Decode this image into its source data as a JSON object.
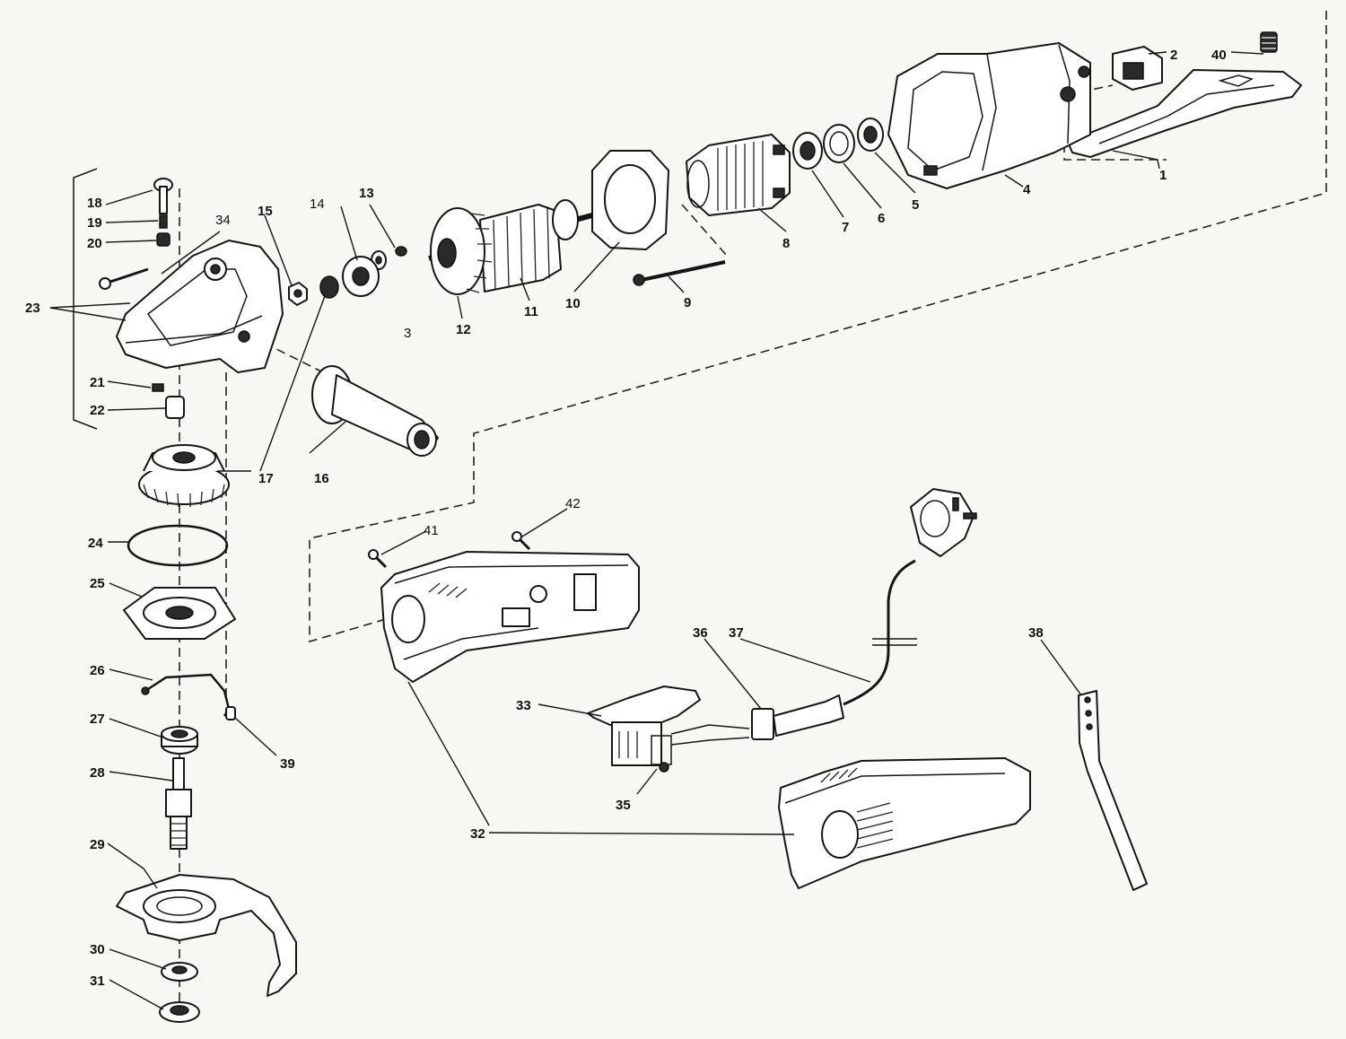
{
  "callouts": {
    "c1": "1",
    "c2": "2",
    "c3": "3",
    "c4": "4",
    "c5": "5",
    "c6": "6",
    "c7": "7",
    "c8": "8",
    "c9": "9",
    "c10": "10",
    "c11": "11",
    "c12": "12",
    "c13": "13",
    "c14": "14",
    "c15": "15",
    "c16": "16",
    "c17": "17",
    "c18": "18",
    "c19": "19",
    "c20": "20",
    "c21": "21",
    "c22": "22",
    "c23": "23",
    "c24": "24",
    "c25": "25",
    "c26": "26",
    "c27": "27",
    "c28": "28",
    "c29": "29",
    "c30": "30",
    "c31": "31",
    "c32": "32",
    "c33": "33",
    "c34": "34",
    "c35": "35",
    "c36": "36",
    "c37": "37",
    "c38": "38",
    "c39": "39",
    "c40": "40",
    "c41": "41",
    "c42": "42"
  }
}
